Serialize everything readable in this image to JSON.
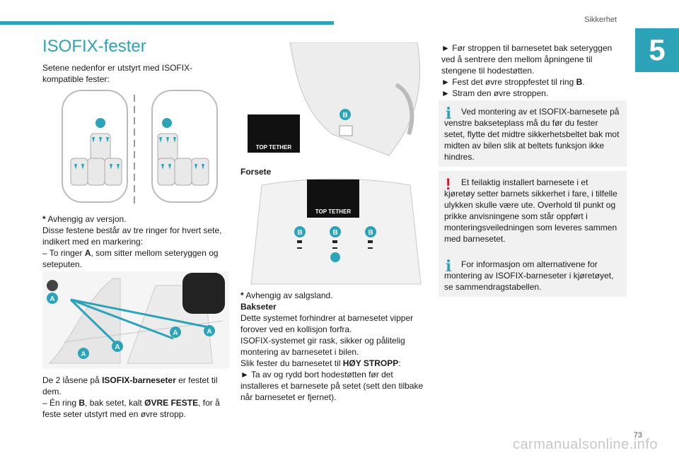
{
  "header": {
    "section": "Sikkerhet",
    "chapter_number": "5",
    "page_number": "73"
  },
  "title": "ISOFIX-fester",
  "col1": {
    "intro": "Setene nedenfor er utstyrt med ISOFIX-kompatible fester:",
    "star": "*",
    "note": "Avhengig av versjon.",
    "desc": "Disse festene består av tre ringer for hvert sete, indikert med en markering:",
    "dash_a_pre": "–  To ringer",
    "dash_a_letter": "A",
    "dash_a_post": ", som sitter mellom seteryggen og seteputen.",
    "rings_pre": "De 2 låsene på",
    "rings_bold": "ISOFIX-barneseter",
    "rings_post": "er festet til dem.",
    "dash_b_pre": "–  Én ring",
    "dash_b_letter": "B",
    "dash_b_mid": ", bak setet, kalt",
    "dash_b_bold": "ØVRE FESTE",
    "dash_b_post": ", for å feste seter utstyrt med en øvre stropp."
  },
  "fig_labels": {
    "ring_a": "A",
    "ring_b": "B",
    "top_tether": "TOP TETHER"
  },
  "col2": {
    "forsete": "Forsete",
    "star": "*",
    "note": "Avhengig av salgsland.",
    "bakseter": "Bakseter",
    "p1": "Dette systemet forhindrer at barnesetet vipper forover ved en kollisjon forfra.",
    "p2": "ISOFIX-systemet gir rask, sikker og pålitelig montering av barnesetet i bilen.",
    "p3_pre": "Slik fester du barnesetet til",
    "p3_bold": "HØY STROPP",
    "p3_post": ":",
    "step1": "►  Ta av og rydd bort hodestøtten før det installeres et barnesete på setet (sett den tilbake når barnesetet er fjernet)."
  },
  "col3": {
    "step2": "►  Før stroppen til barnesetet bak seteryggen ved å sentrere den mellom åpningene til stengene til hodestøtten.",
    "step3_pre": "►  Fest det øvre stroppfestet til ring",
    "step3_letter": "B",
    "step3_post": ".",
    "step4": "►  Stram den øvre stroppen."
  },
  "boxes": [
    {
      "icon": "i",
      "text": "Ved montering av et ISOFIX-barnesete på venstre bakseteplass må du før du fester setet, flytte det midtre sikkerhetsbeltet bak mot midten av bilen slik at beltets funksjon ikke hindres."
    },
    {
      "icon": "!",
      "text": "Et feilaktig installert barnesete i et kjøretøy setter barnets sikkerhet i fare, i tilfelle ulykken skulle være ute. Overhold til punkt og prikke anvisningene som står oppført i monteringsveiledningen som leveres sammen med barnesetet."
    },
    {
      "icon": "i",
      "text": "For informasjon om alternativene for montering av ISOFIX-barneseter i kjøretøyet, se sammendragstabellen."
    }
  ],
  "watermark": "carmanualsonline.info",
  "colors": {
    "accent": "#2ca3b6",
    "warning": "#d3122a",
    "box_bg": "#f1f1f1"
  }
}
